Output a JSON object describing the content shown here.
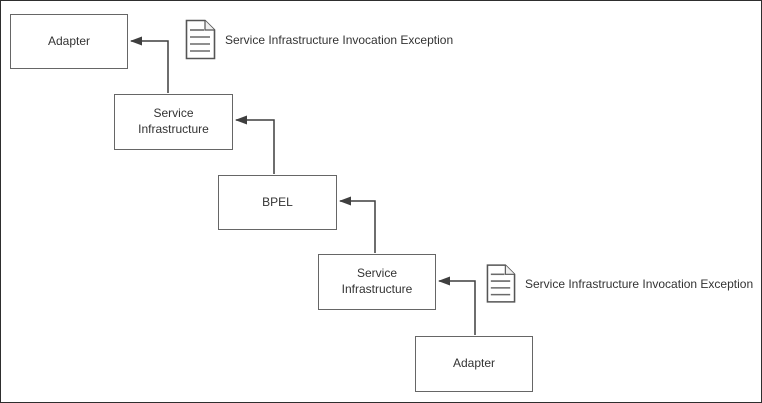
{
  "diagram": {
    "nodes": [
      {
        "id": "adapter-top",
        "label": "Adapter"
      },
      {
        "id": "service-infrastructure-upper",
        "label": "Service Infrastructure"
      },
      {
        "id": "bpel",
        "label": "BPEL"
      },
      {
        "id": "service-infrastructure-lower",
        "label": "Service Infrastructure"
      },
      {
        "id": "adapter-bottom",
        "label": "Adapter"
      }
    ],
    "annotations": [
      {
        "icon": "document-icon",
        "label": "Service Infrastructure Invocation Exception"
      },
      {
        "icon": "document-icon",
        "label": "Service Infrastructure Invocation Exception"
      }
    ],
    "colors": {
      "background": "#ffffff",
      "frame_border": "#2e2e2e",
      "node_border": "#666666",
      "connector": "#3f3f3f",
      "text": "#333333",
      "icon_stroke": "#555555"
    }
  }
}
